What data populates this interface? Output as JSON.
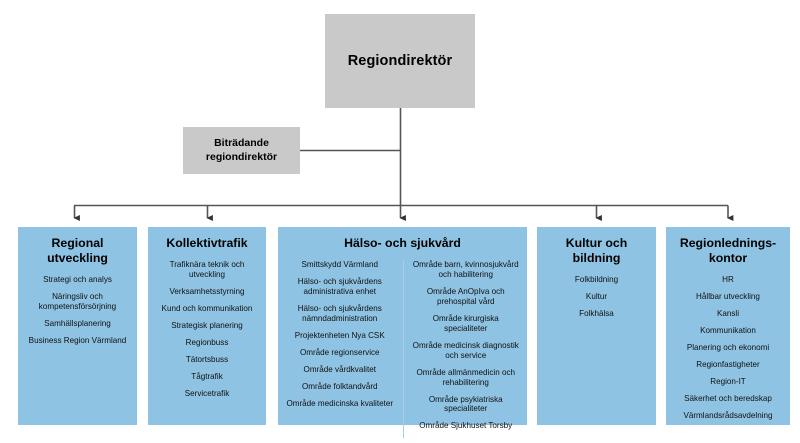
{
  "diagram": {
    "title": "Regiondirektör organisationsschema",
    "colors": {
      "box_gray": "#c9c9c9",
      "box_blue": "#8ec3e3",
      "connector": "#555555",
      "background": "#ffffff",
      "text": "#000000"
    }
  },
  "top": {
    "director": {
      "label": "Regiondirektör"
    },
    "deputy": {
      "label_line1": "Biträdande",
      "label_line2": "regiondirektör",
      "label": "Biträdande regiondirektör"
    }
  },
  "units": [
    {
      "id": "regional-utveckling",
      "title_line1": "Regional",
      "title_line2": "utveckling",
      "title": "Regional utveckling",
      "items": [
        "Strategi och analys",
        "Näringsliv och kompetensförsörjning",
        "Samhällsplanering",
        "Business Region Värmland"
      ]
    },
    {
      "id": "kollektivtrafik",
      "title_line1": "Kollektivtrafik",
      "title_line2": "",
      "title": "Kollektivtrafik",
      "items": [
        "Trafiknära teknik och utveckling",
        "Verksamhetsstyrning",
        "Kund och kommunikation",
        "Strategisk planering",
        "Regionbuss",
        "Tätortsbuss",
        "Tågtrafik",
        "Servicetrafik"
      ]
    },
    {
      "id": "halso-och-sjukvard",
      "title_line1": "Hälso- och sjukvård",
      "title_line2": "",
      "title": "Hälso- och sjukvård",
      "items_left": [
        "Smittskydd Värmland",
        "Hälso- och sjukvårdens administrativa enhet",
        "Hälso- och sjukvårdens nämndadministration",
        "Projektenheten Nya CSK",
        "Område regionservice",
        "Område vårdkvalitet",
        "Område folktandvård",
        "Område medicinska kvaliteter"
      ],
      "items_right": [
        "Område barn, kvinnosjukvård och habilitering",
        "Område AnOpIva och prehospital vård",
        "Område kirurgiska specialiteter",
        "Område medicinsk diagnostik och service",
        "Område allmänmedicin och rehabilitering",
        "Område psykiatriska specialiteter",
        "Område Sjukhuset Torsby"
      ]
    },
    {
      "id": "kultur-och-bildning",
      "title_line1": "Kultur och",
      "title_line2": "bildning",
      "title": "Kultur och bildning",
      "items": [
        "Folkbildning",
        "Kultur",
        "Folkhälsa"
      ]
    },
    {
      "id": "regionledningskontor",
      "title_line1": "Regionlednings-",
      "title_line2": "kontor",
      "title": "Regionledningskontor",
      "items": [
        "HR",
        "Hållbar utveckling",
        "Kansli",
        "Kommunikation",
        "Planering och ekonomi",
        "Regionfastigheter",
        "Region-IT",
        "Säkerhet och beredskap",
        "Värmlandsrådsavdelning"
      ]
    }
  ]
}
